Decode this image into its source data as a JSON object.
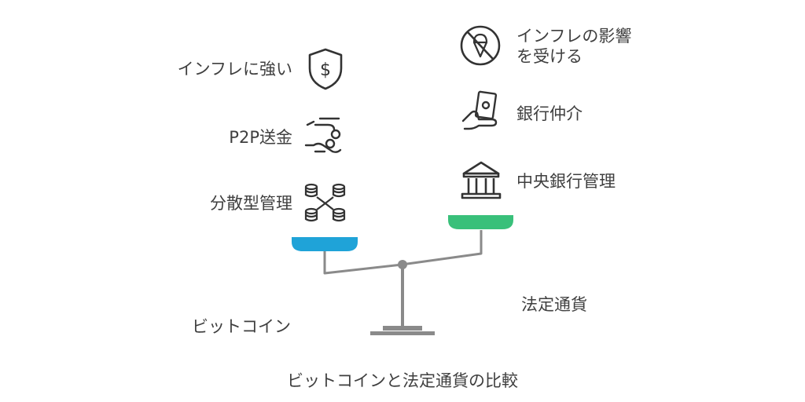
{
  "title": "ビットコインと法定通貨の比較",
  "bitcoin": {
    "label": "ビットコイン",
    "pan_color": "#1fa3d8",
    "features": [
      {
        "label": "インフレに強い",
        "icon": "shield-dollar-icon"
      },
      {
        "label": "P2P送金",
        "icon": "hand-coins-icon"
      },
      {
        "label": "分散型管理",
        "icon": "decentralized-database-icon"
      }
    ]
  },
  "fiat": {
    "label": "法定通貨",
    "pan_color": "#39c07a",
    "features": [
      {
        "label_lines": [
          "インフレの影響",
          "を受ける"
        ],
        "icon": "no-ice-cream-icon"
      },
      {
        "label": "銀行仲介",
        "icon": "hand-cash-icon"
      },
      {
        "label": "中央銀行管理",
        "icon": "bank-building-icon"
      }
    ]
  },
  "colors": {
    "text": "#3f3f3f",
    "icon_stroke": "#333333",
    "scale": "#8a8a8a"
  }
}
